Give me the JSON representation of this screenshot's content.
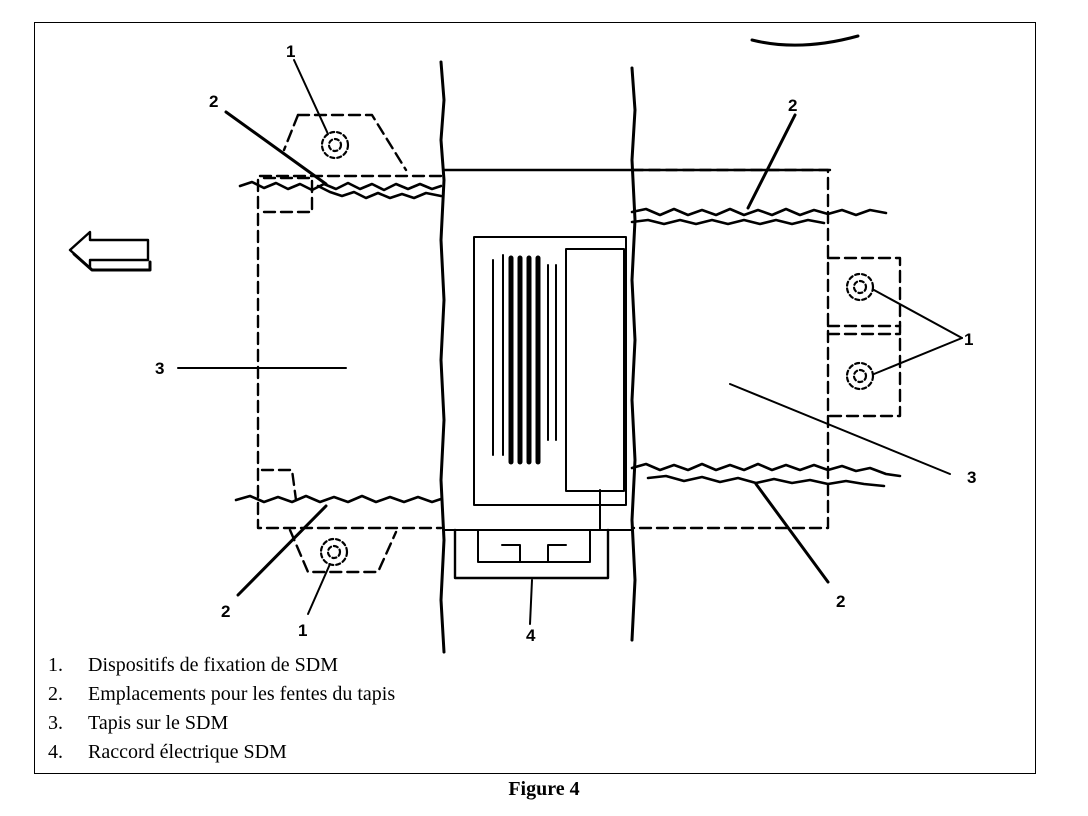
{
  "figure": {
    "caption": "Figure 4",
    "callouts": {
      "c1_top": "1",
      "c2_top_left": "2",
      "c2_top_right": "2",
      "c1_right": "1",
      "c3_left": "3",
      "c3_right": "3",
      "c2_bottom_left": "2",
      "c1_bottom": "1",
      "c4_bottom": "4",
      "c2_bottom_right": "2"
    },
    "legend": [
      {
        "num": "1.",
        "text": "Dispositifs de fixation de SDM"
      },
      {
        "num": "2.",
        "text": "Emplacements pour les fentes du tapis"
      },
      {
        "num": "3.",
        "text": "Tapis sur le SDM"
      },
      {
        "num": "4.",
        "text": "Raccord électrique SDM"
      }
    ]
  }
}
